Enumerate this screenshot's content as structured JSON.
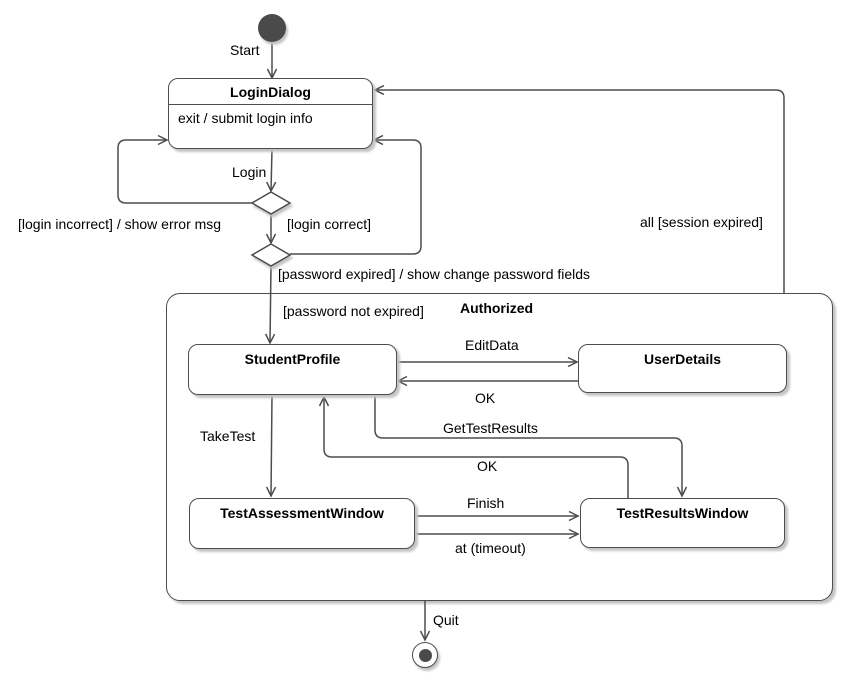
{
  "diagram": {
    "type": "uml-state-machine",
    "colors": {
      "line": "#4d4d4d",
      "node_fill": "#ffffff",
      "start_final_fill": "#4a4a4a",
      "shadow": "#c4c4c4",
      "text": "#000000",
      "background": "#ffffff"
    },
    "nodes": {
      "login_dialog": {
        "title": "LoginDialog",
        "body": "exit / submit login info"
      },
      "authorized": {
        "title": "Authorized"
      },
      "student_profile": {
        "title": "StudentProfile"
      },
      "user_details": {
        "title": "UserDetails"
      },
      "test_assessment_window": {
        "title": "TestAssessmentWindow"
      },
      "test_results_window": {
        "title": "TestResultsWindow"
      }
    },
    "labels": {
      "start": "Start",
      "login": "Login",
      "login_incorrect": "[login incorrect] / show error msg",
      "login_correct": "[login correct]",
      "password_expired": "[password expired] / show change password fields",
      "password_not_expired": "[password not expired]",
      "edit_data": "EditData",
      "ok_from_user_details": "OK",
      "get_test_results": "GetTestResults",
      "ok_from_test_results": "OK",
      "take_test": "TakeTest",
      "finish": "Finish",
      "timeout": "at (timeout)",
      "session_expired": "all [session expired]",
      "quit": "Quit"
    }
  }
}
